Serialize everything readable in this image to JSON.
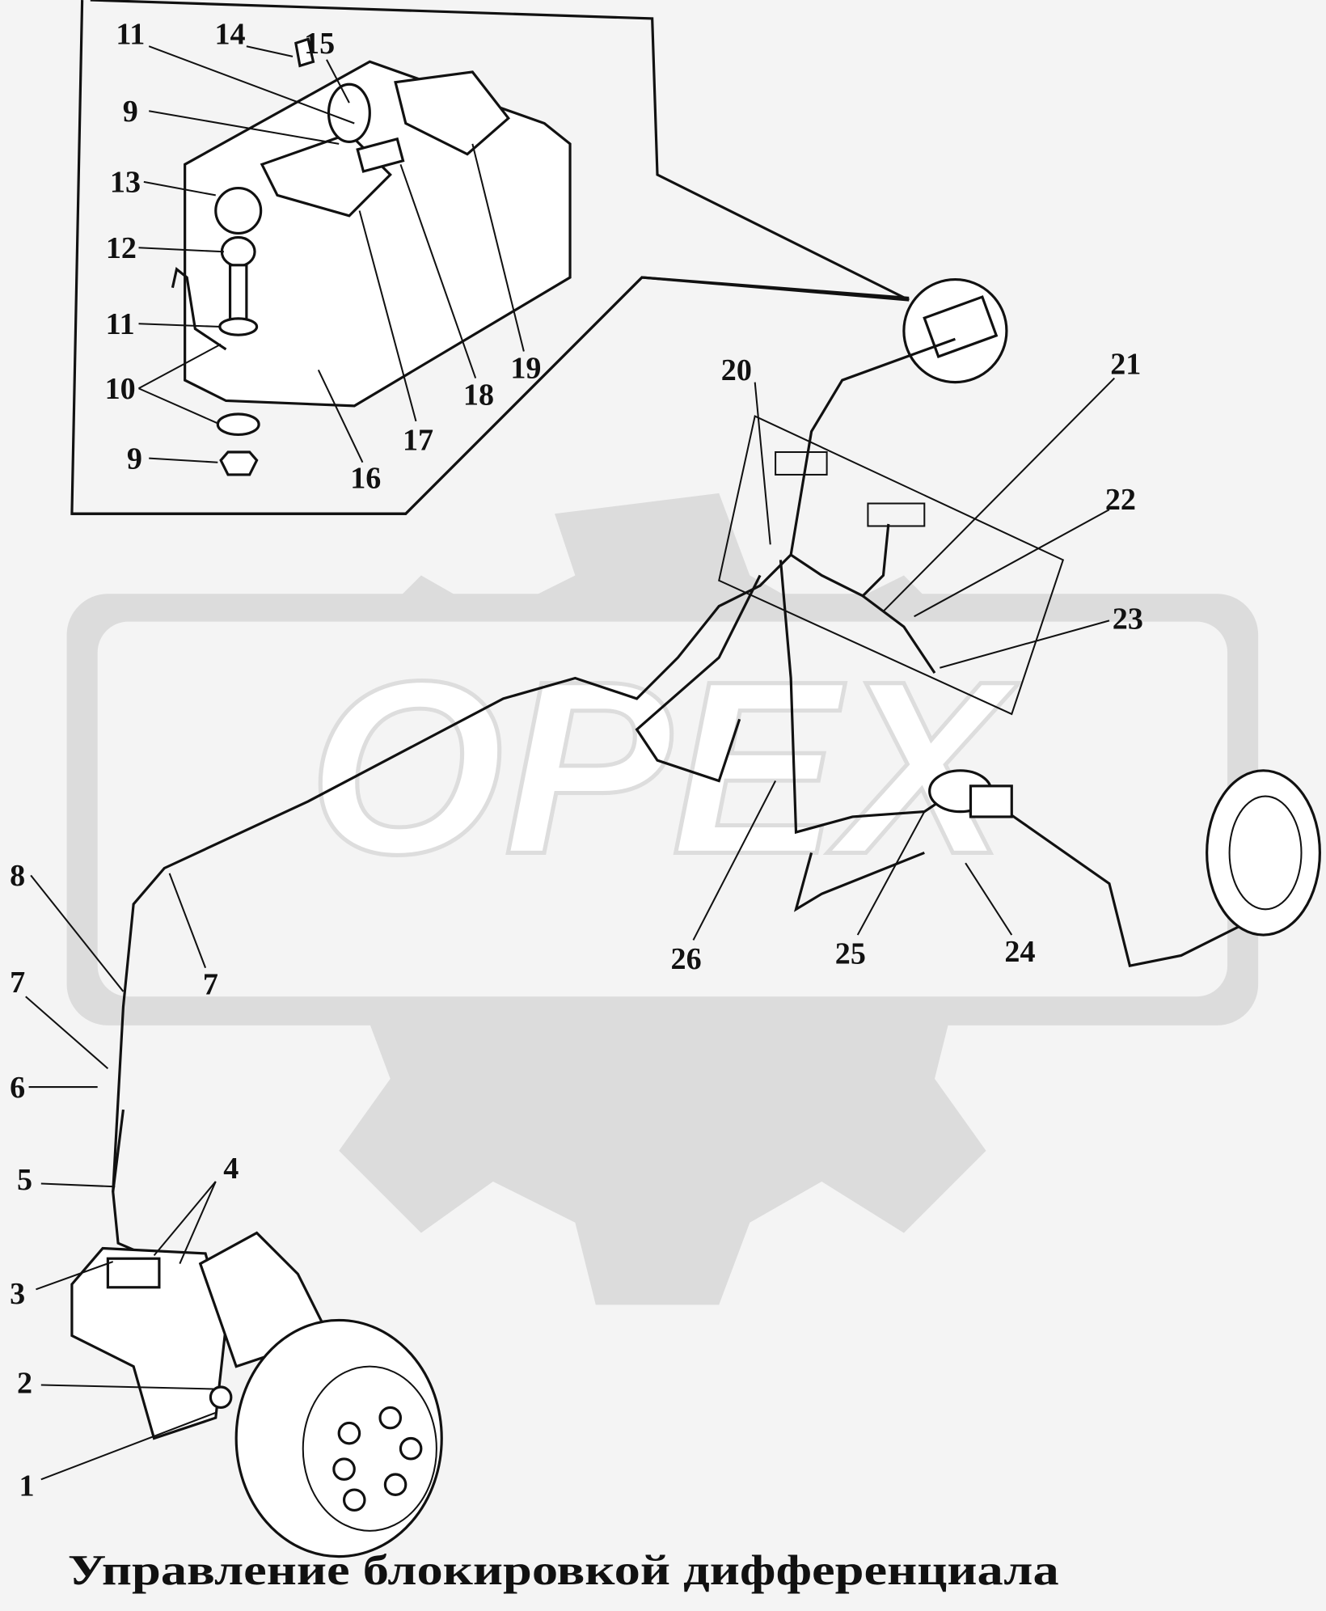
{
  "title": "Управление блокировкой дифференциала",
  "watermark": "OPEX",
  "callouts": [
    "11",
    "14",
    "15",
    "9",
    "13",
    "12",
    "11",
    "10",
    "9",
    "16",
    "17",
    "18",
    "19",
    "20",
    "21",
    "22",
    "23",
    "26",
    "25",
    "24",
    "8",
    "7",
    "7",
    "6",
    "5",
    "4",
    "3",
    "2",
    "1"
  ]
}
